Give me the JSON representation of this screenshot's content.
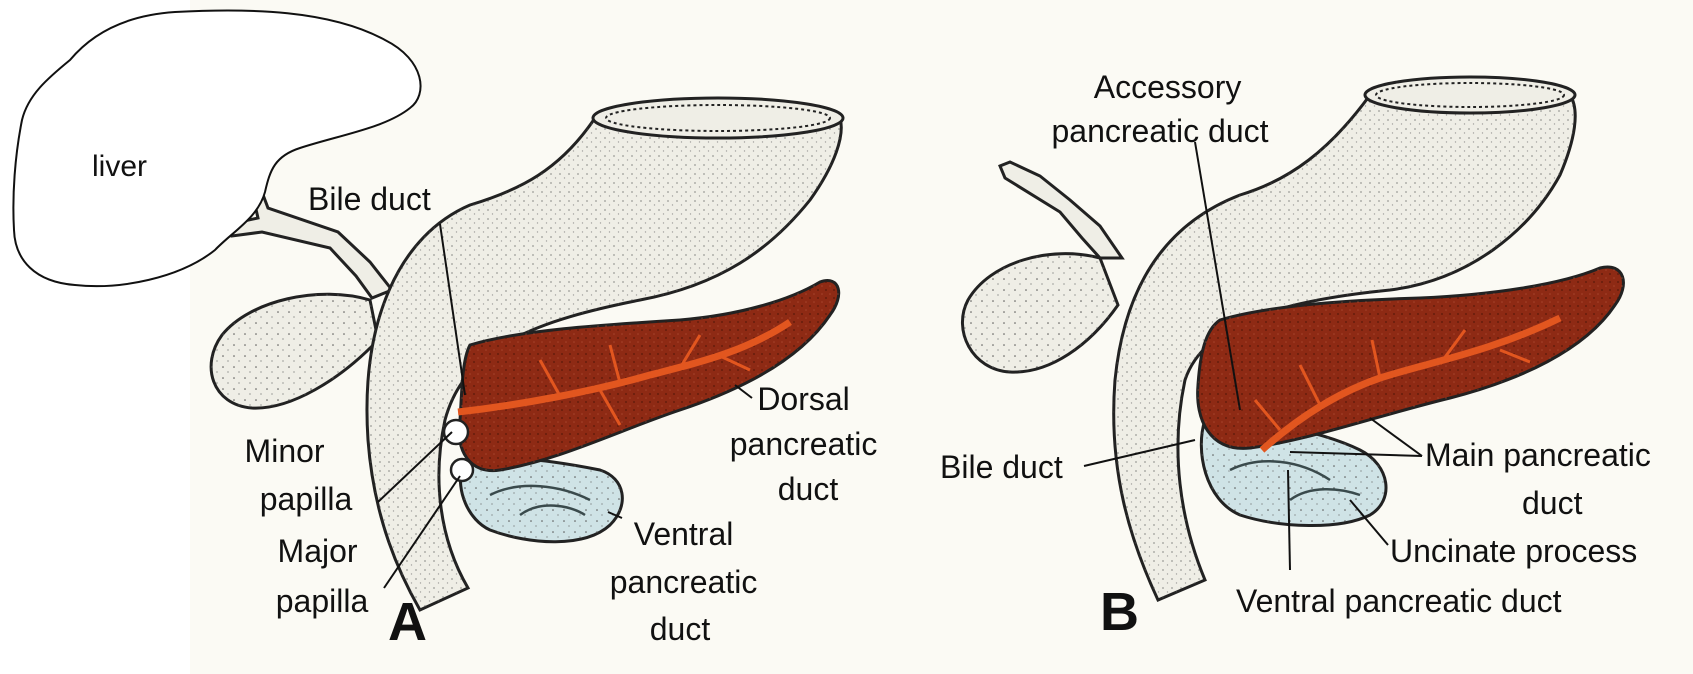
{
  "liver_label": "liver",
  "panel_a": {
    "letter": "A",
    "labels": {
      "bile_duct": "Bile duct",
      "dorsal": [
        "Dorsal",
        "pancreatic",
        "duct"
      ],
      "minor_papilla": [
        "Minor",
        "papilla"
      ],
      "major_papilla": [
        "Major",
        "papilla"
      ],
      "ventral": [
        "Ventral",
        "pancreatic",
        "duct"
      ]
    }
  },
  "panel_b": {
    "letter": "B",
    "labels": {
      "accessory": [
        "Accessory",
        "pancreatic duct"
      ],
      "bile_duct": "Bile duct",
      "main": [
        "Main pancreatic",
        "duct"
      ],
      "uncinate": "Uncinate process",
      "ventral": "Ventral pancreatic duct"
    }
  },
  "colors": {
    "background": "#fbfaf4",
    "duodenum": "#efeee6",
    "pancreas": "#8e2a14",
    "pancreatic_duct": "#e2561f",
    "ventral_bud": "#cfe3e6",
    "outline": "#222222"
  }
}
